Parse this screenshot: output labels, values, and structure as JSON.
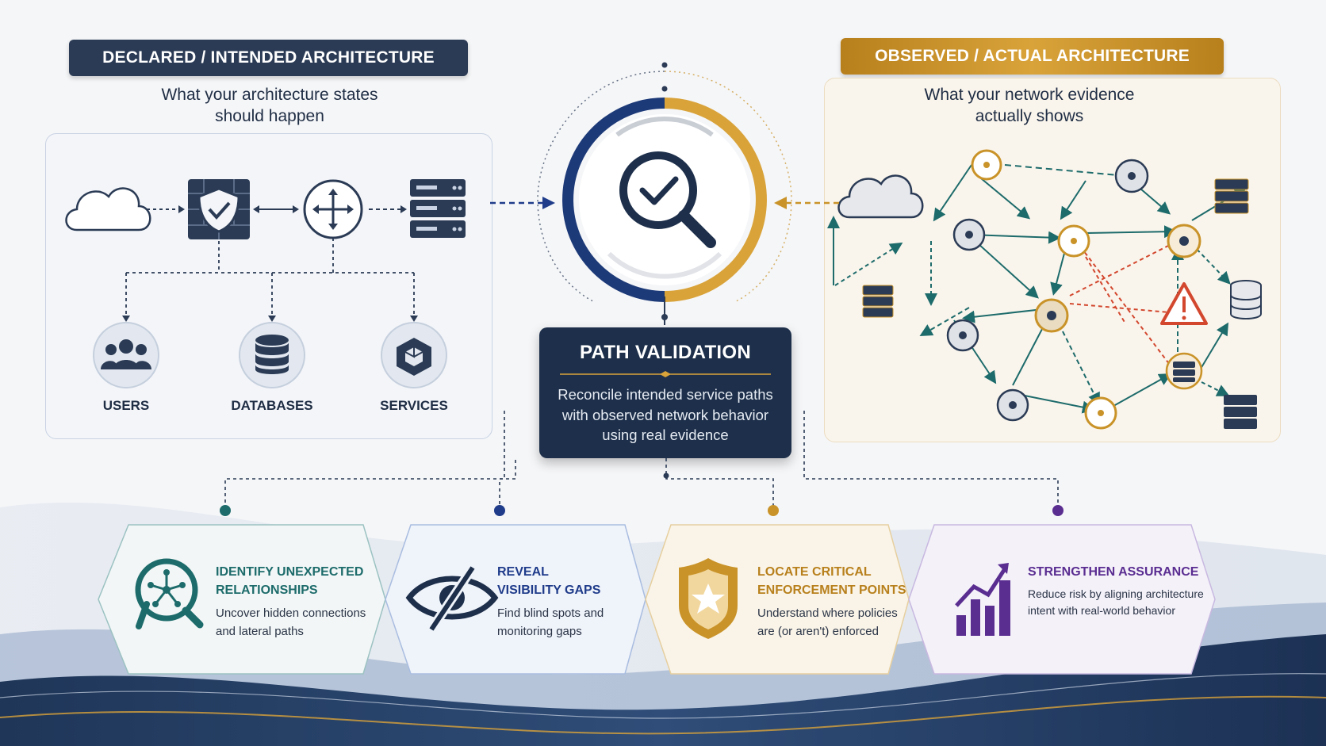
{
  "left": {
    "title": "DECLARED / INTENDED ARCHITECTURE",
    "subtitle_line1": "What your architecture states",
    "subtitle_line2": "should happen",
    "nodes": [
      "USERS",
      "DATABASES",
      "SERVICES"
    ]
  },
  "right": {
    "title": "OBSERVED / ACTUAL ARCHITECTURE",
    "subtitle_line1": "What your network evidence",
    "subtitle_line2": "actually shows"
  },
  "center": {
    "title": "PATH VALIDATION",
    "desc_line1": "Reconcile intended service paths",
    "desc_line2": "with observed network behavior",
    "desc_line3": "using real evidence"
  },
  "outcomes": [
    {
      "title_line1": "IDENTIFY UNEXPECTED",
      "title_line2": "RELATIONSHIPS",
      "desc_line1": "Uncover hidden connections",
      "desc_line2": "and lateral paths",
      "color": "#1d6b6b",
      "icon": "network-search-icon"
    },
    {
      "title_line1": "REVEAL",
      "title_line2": "VISIBILITY GAPS",
      "desc_line1": "Find blind spots and",
      "desc_line2": "monitoring gaps",
      "color": "#1f3c8a",
      "icon": "eye-slash-icon"
    },
    {
      "title_line1": "LOCATE CRITICAL",
      "title_line2": "ENFORCEMENT POINTS",
      "desc_line1": "Understand where policies",
      "desc_line2": "are (or aren't) enforced",
      "color": "#b8801c",
      "icon": "shield-star-icon"
    },
    {
      "title_line1": "STRENGTHEN ASSURANCE",
      "title_line2": "",
      "desc_line1": "Reduce risk by aligning architecture",
      "desc_line2": "intent with real-world behavior",
      "color": "#5a2d91",
      "icon": "bar-chart-growth-icon"
    }
  ],
  "colors": {
    "navy": "#2b3b55",
    "gold": "#d9a33a",
    "teal": "#1d6b6b",
    "blue": "#1f3c8a",
    "purple": "#5a2d91",
    "alert": "#d2472e"
  }
}
